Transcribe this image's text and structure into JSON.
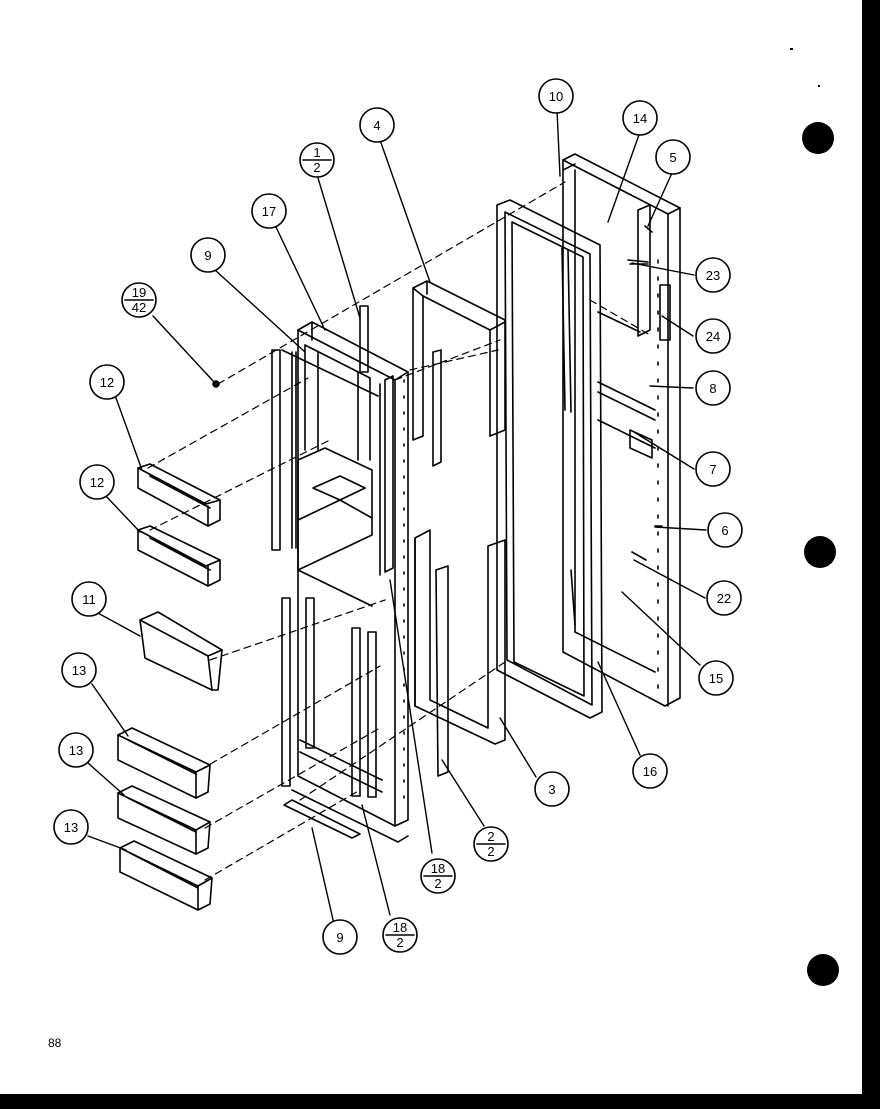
{
  "page": {
    "number": "88"
  },
  "callouts": [
    {
      "id": "c10",
      "label": "10"
    },
    {
      "id": "c14",
      "label": "14"
    },
    {
      "id": "c5",
      "label": "5"
    },
    {
      "id": "c4",
      "label": "4"
    },
    {
      "id": "c1-2",
      "num": "1",
      "den": "2"
    },
    {
      "id": "c17",
      "label": "17"
    },
    {
      "id": "c9a",
      "label": "9"
    },
    {
      "id": "c19-42",
      "num": "19",
      "den": "42"
    },
    {
      "id": "c12a",
      "label": "12"
    },
    {
      "id": "c12b",
      "label": "12"
    },
    {
      "id": "c11",
      "label": "11"
    },
    {
      "id": "c13a",
      "label": "13"
    },
    {
      "id": "c13b",
      "label": "13"
    },
    {
      "id": "c13c",
      "label": "13"
    },
    {
      "id": "c23",
      "label": "23"
    },
    {
      "id": "c24",
      "label": "24"
    },
    {
      "id": "c8",
      "label": "8"
    },
    {
      "id": "c7",
      "label": "7"
    },
    {
      "id": "c6",
      "label": "6"
    },
    {
      "id": "c22",
      "label": "22"
    },
    {
      "id": "c15",
      "label": "15"
    },
    {
      "id": "c16",
      "label": "16"
    },
    {
      "id": "c3",
      "label": "3"
    },
    {
      "id": "c2-2",
      "num": "2",
      "den": "2"
    },
    {
      "id": "c18-2a",
      "num": "18",
      "den": "2"
    },
    {
      "id": "c18-2b",
      "num": "18",
      "den": "2"
    },
    {
      "id": "c9b",
      "label": "9"
    }
  ]
}
